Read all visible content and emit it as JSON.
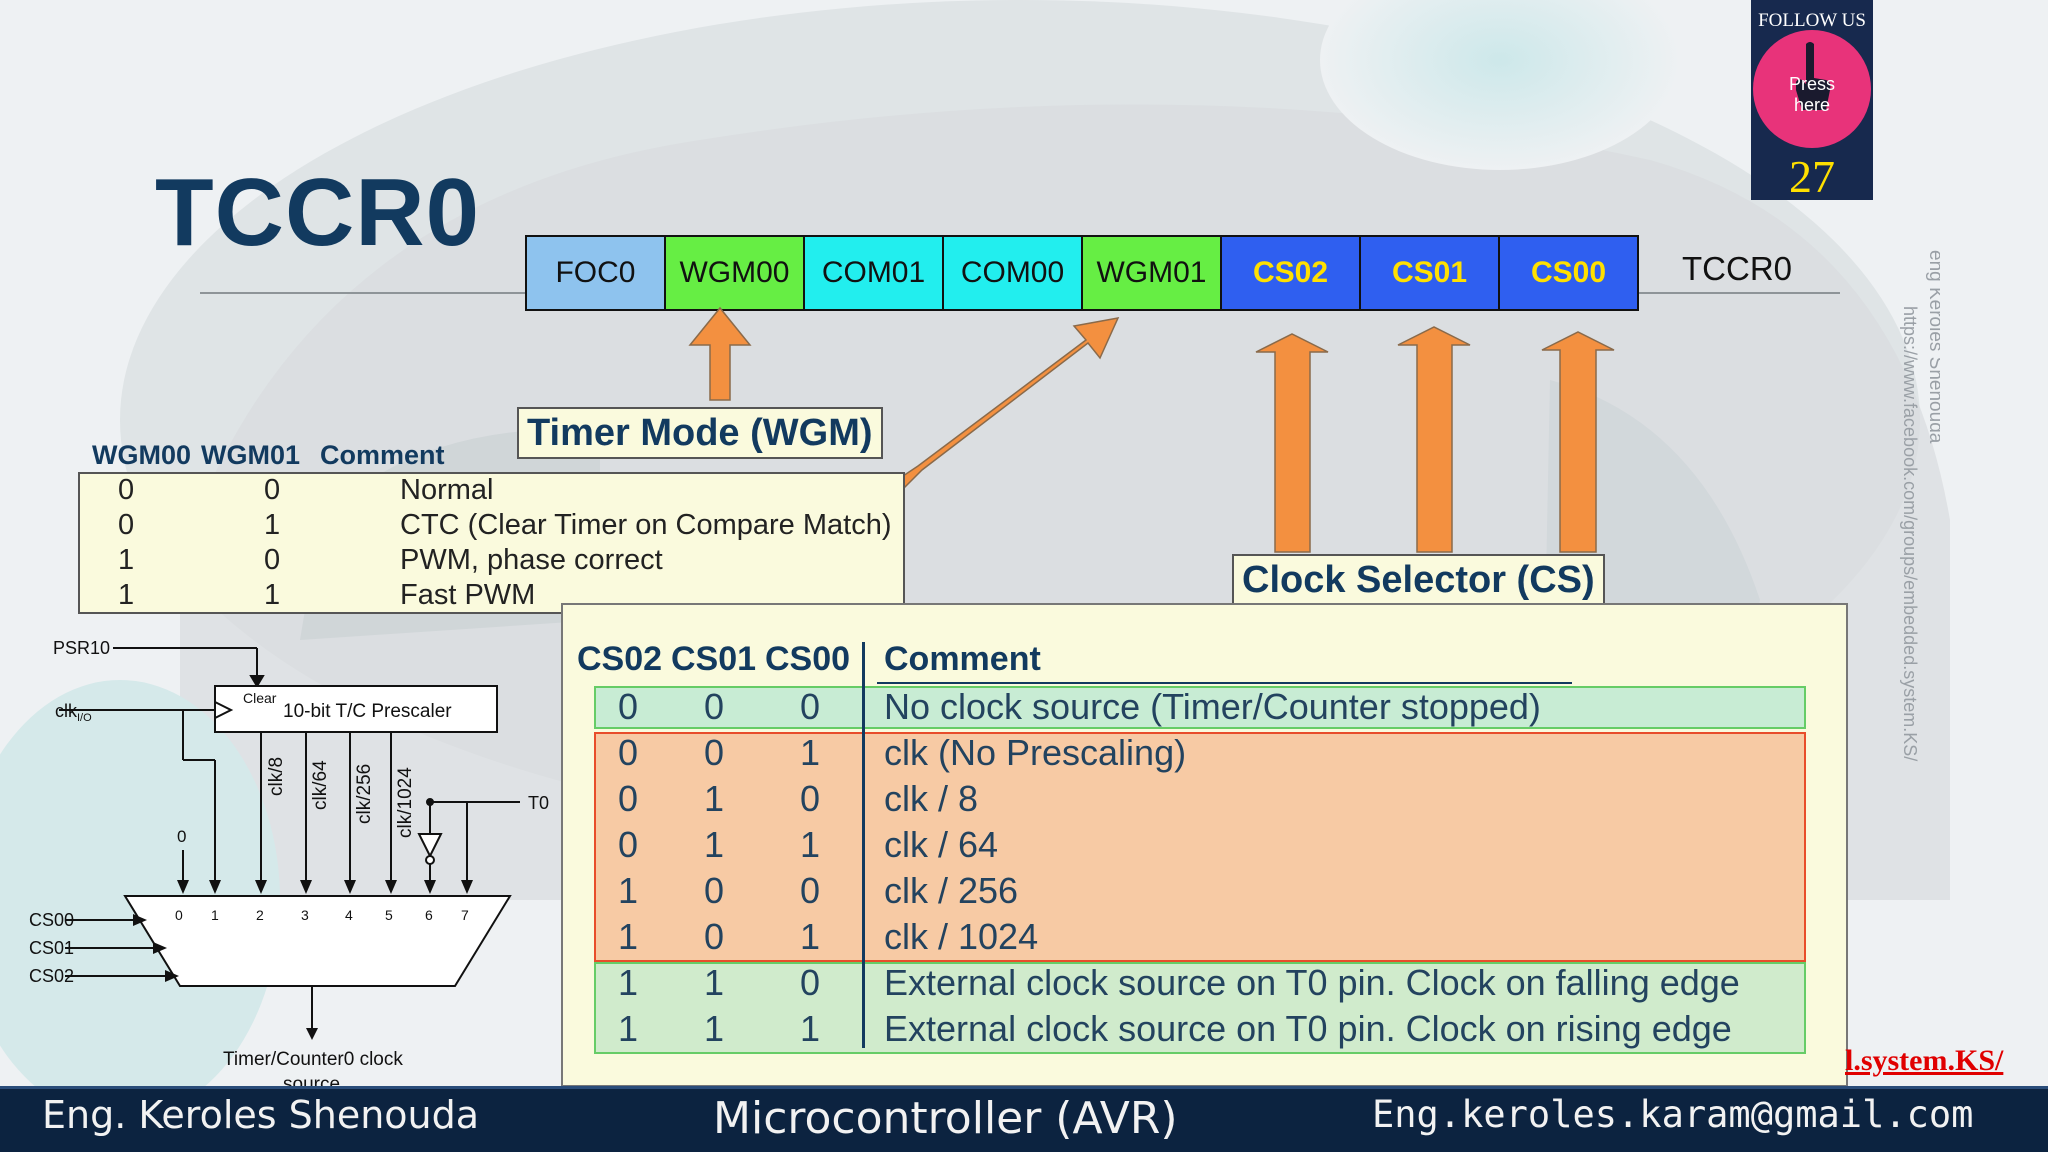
{
  "slide_title": "TCCR0",
  "register": {
    "bits": [
      {
        "label": "FOC0",
        "color": "#8ec3ee"
      },
      {
        "label": "WGM00",
        "color": "#66ee44"
      },
      {
        "label": "COM01",
        "color": "#22eeee"
      },
      {
        "label": "COM00",
        "color": "#22eeee"
      },
      {
        "label": "WGM01",
        "color": "#66ee44"
      },
      {
        "label": "CS02",
        "color": "#2f5ff0"
      },
      {
        "label": "CS01",
        "color": "#2f5ff0"
      },
      {
        "label": "CS00",
        "color": "#2f5ff0"
      }
    ],
    "name": "TCCR0"
  },
  "wgm_label": "Timer Mode (WGM)",
  "cs_label": "Clock Selector (CS)",
  "wgm_table": {
    "headers": [
      "WGM00",
      "WGM01",
      "Comment"
    ],
    "rows": [
      [
        "0",
        "0",
        "Normal"
      ],
      [
        "0",
        "1",
        "CTC (Clear Timer on Compare Match)"
      ],
      [
        "1",
        "0",
        "PWM, phase correct"
      ],
      [
        "1",
        "1",
        "Fast PWM"
      ]
    ]
  },
  "cs_table": {
    "headers": [
      "CS02",
      "CS01",
      "CS00",
      "Comment"
    ],
    "rows": [
      [
        "0",
        "0",
        "0",
        "No clock source (Timer/Counter stopped)"
      ],
      [
        "0",
        "0",
        "1",
        "clk (No Prescaling)"
      ],
      [
        "0",
        "1",
        "0",
        "clk / 8"
      ],
      [
        "0",
        "1",
        "1",
        "clk / 64"
      ],
      [
        "1",
        "0",
        "0",
        "clk / 256"
      ],
      [
        "1",
        "0",
        "1",
        "clk / 1024"
      ],
      [
        "1",
        "1",
        "0",
        "External clock source on T0 pin. Clock on falling edge"
      ],
      [
        "1",
        "1",
        "1",
        "External clock source on T0 pin. Clock on rising edge"
      ]
    ],
    "group_colors": {
      "stopped": "#c8ecd4",
      "prescaled": "#f7caa4",
      "external": "#d0ebcc"
    }
  },
  "diagram": {
    "psr": "PSR10",
    "clk_io": "clk",
    "clk_io_sub": "I/O",
    "clear": "Clear",
    "prescaler": "10-bit T/C Prescaler",
    "taps": [
      "clk/8",
      "clk/64",
      "clk/256",
      "clk/1024"
    ],
    "t0": "T0",
    "zero": "0",
    "mux_inputs": [
      "0",
      "1",
      "2",
      "3",
      "4",
      "5",
      "6",
      "7"
    ],
    "selects": [
      "CS00",
      "CS01",
      "CS02"
    ],
    "output": "Timer/Counter0 clock",
    "output_2": "source"
  },
  "follow": {
    "label": "FOLLOW US",
    "press": "Press",
    "here": "here",
    "page_number": "27"
  },
  "side_watermark": {
    "name": "eng Keroles Shenouda",
    "url": "https://www.facebook.com/groups/embedded.system.KS/"
  },
  "fb_link": "l.system.KS/",
  "footer": {
    "left": "Eng. Keroles Shenouda",
    "middle": "Microcontroller (AVR)",
    "right": "Eng.keroles.karam@gmail.com"
  },
  "colors": {
    "title": "#123a5f",
    "arrow": "#f39040",
    "footer": "#0c2340"
  }
}
